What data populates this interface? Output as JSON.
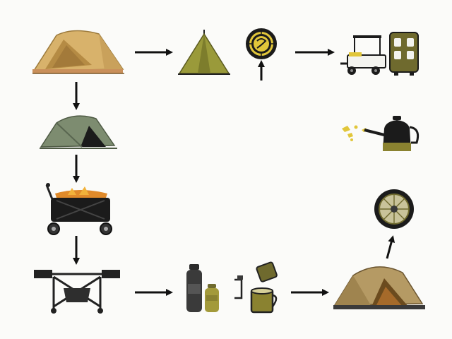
{
  "diagram": {
    "nodes": [
      {
        "id": "dome-tent-tan",
        "icon": "dome-tent-icon"
      },
      {
        "id": "dome-tent-green",
        "icon": "dome-tent-icon"
      },
      {
        "id": "wagon-fire-pit",
        "icon": "wagon-fire-pit-icon"
      },
      {
        "id": "folding-chairs",
        "icon": "folding-chair-icon"
      },
      {
        "id": "thermos-bottles",
        "icon": "thermos-icon"
      },
      {
        "id": "camp-mugs",
        "icon": "mug-icon"
      },
      {
        "id": "dome-tent-large",
        "icon": "dome-tent-icon"
      },
      {
        "id": "wheel",
        "icon": "wheel-icon"
      },
      {
        "id": "kettle",
        "icon": "kettle-icon"
      },
      {
        "id": "teepee-tent",
        "icon": "teepee-tent-icon"
      },
      {
        "id": "compass-dial",
        "icon": "compass-icon"
      },
      {
        "id": "food-cart-trailer",
        "icon": "food-cart-icon"
      }
    ],
    "edges": [
      {
        "from": "dome-tent-tan",
        "to": "teepee-tent"
      },
      {
        "from": "dome-tent-tan",
        "to": "dome-tent-green"
      },
      {
        "from": "dome-tent-green",
        "to": "wagon-fire-pit"
      },
      {
        "from": "wagon-fire-pit",
        "to": "folding-chairs"
      },
      {
        "from": "folding-chairs",
        "to": "thermos-bottles"
      },
      {
        "from": "camp-mugs",
        "to": "dome-tent-large"
      },
      {
        "from": "dome-tent-large",
        "to": "wheel"
      },
      {
        "from": "compass-dial",
        "to": "compass-dial"
      },
      {
        "from": "compass-dial",
        "to": "food-cart-trailer"
      }
    ]
  },
  "colors": {
    "background": "#fbfbf9",
    "arrow": "#111111",
    "tent_tan": "#d8b26b",
    "tent_olive": "#9a9a3a",
    "tent_green": "#7d8c70",
    "fire": "#e08a2a",
    "olive_dark": "#6f6a2e",
    "black": "#1b1b1b"
  }
}
